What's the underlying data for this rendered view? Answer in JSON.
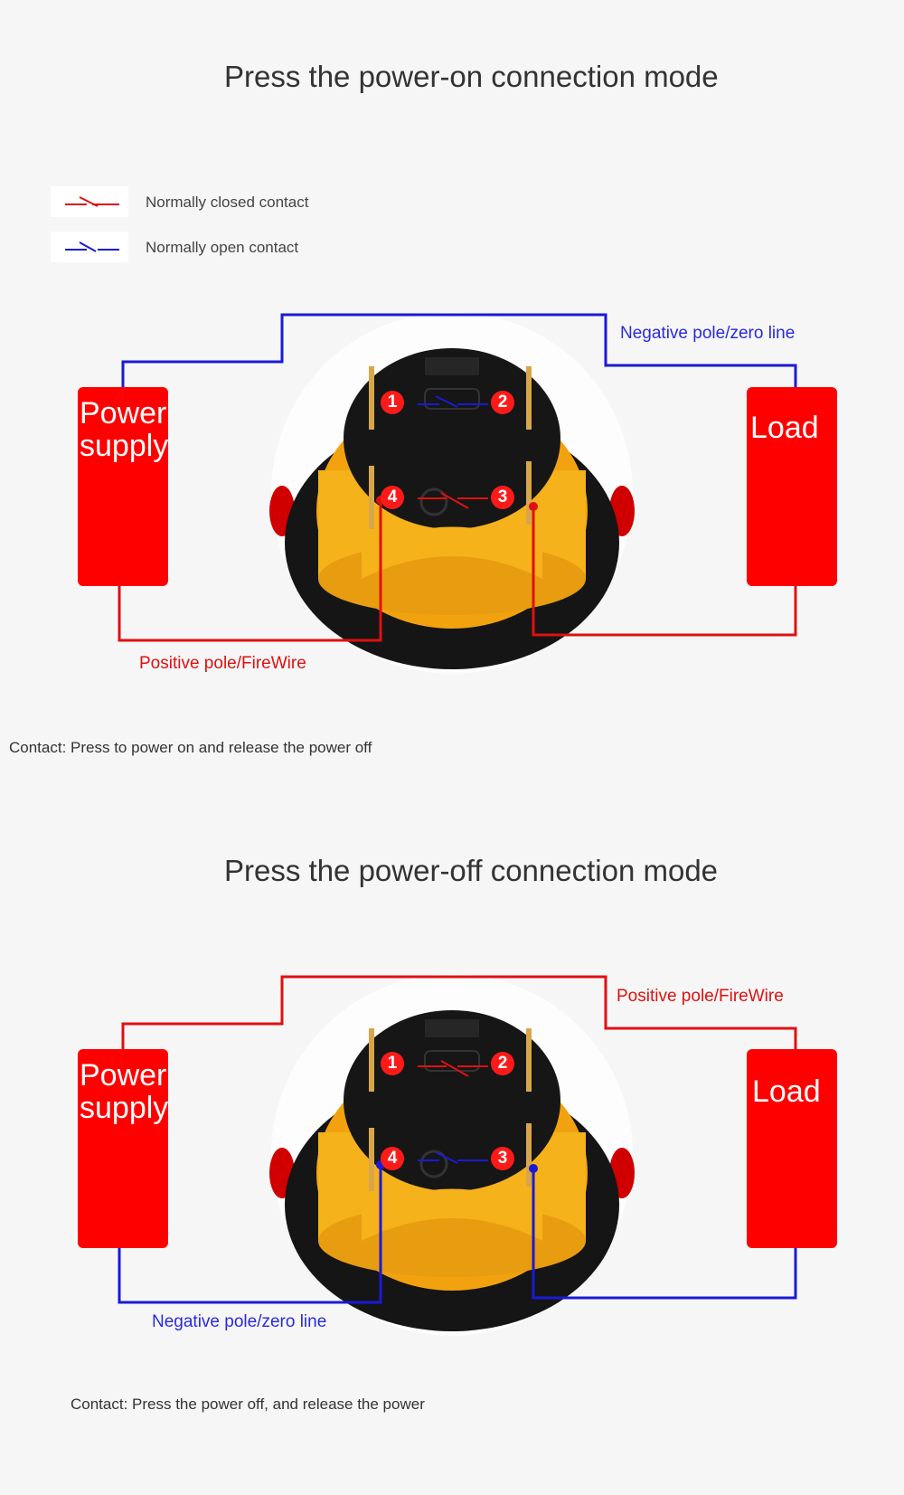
{
  "colors": {
    "red": "#ff0000",
    "blue": "#1a1ad6",
    "yellow": "#f5b21a",
    "black": "#141414"
  },
  "legend": [
    {
      "label": "Normally closed contact",
      "color": "#e01010"
    },
    {
      "label": "Normally open contact",
      "color": "#1a1ad6"
    }
  ],
  "section_on": {
    "title": "Press the power-on connection mode",
    "power_label": "Power\nsupply",
    "load_label": "Load",
    "top_wire_label": "Negative pole/zero line",
    "bottom_wire_label": "Positive pole/FireWire",
    "note": "Contact: Press to power on and release the power off",
    "pins": [
      "1",
      "2",
      "4",
      "3"
    ]
  },
  "section_off": {
    "title": "Press the power-off connection mode",
    "power_label": "Power\nsupply",
    "load_label": "Load",
    "top_wire_label": "Positive pole/FireWire",
    "bottom_wire_label": "Negative pole/zero line",
    "note": "Contact: Press the power off, and release the power",
    "pins": [
      "1",
      "2",
      "4",
      "3"
    ]
  },
  "icons": [
    "nc-contact-icon",
    "no-contact-icon",
    "push-button-switch-icon"
  ]
}
